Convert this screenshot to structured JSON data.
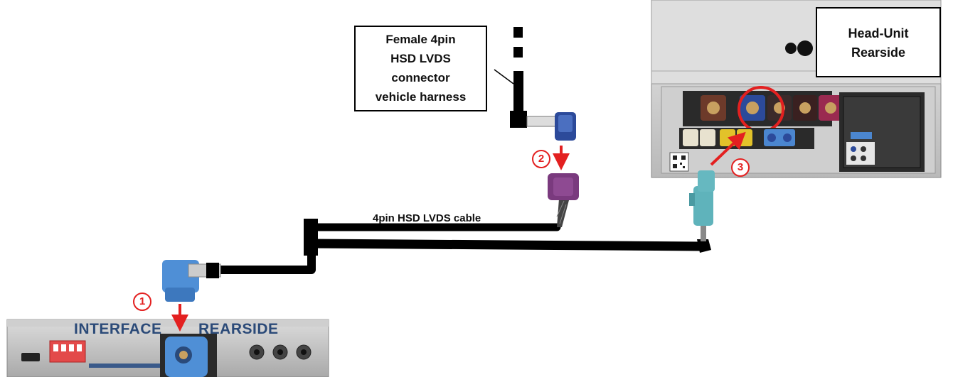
{
  "callouts": {
    "female_connector": [
      "Female 4pin",
      "HSD LVDS",
      "connector",
      "vehicle harness"
    ],
    "head_unit": [
      "Head-Unit",
      "Rearside"
    ]
  },
  "cable_label": "4pin HSD LVDS cable",
  "interface_label": {
    "word1": "INTERFACE",
    "word2": "REARSIDE"
  },
  "steps": [
    "1",
    "2",
    "3"
  ],
  "colors": {
    "arrow": "#e32020",
    "highlight_ring": "#e32020",
    "interface_text": "#2b4a78",
    "cable": "#000000",
    "connector_blue": "#4f8fd6",
    "connector_violet": "#7a3a7e",
    "connector_aqua": "#66b8c0"
  }
}
